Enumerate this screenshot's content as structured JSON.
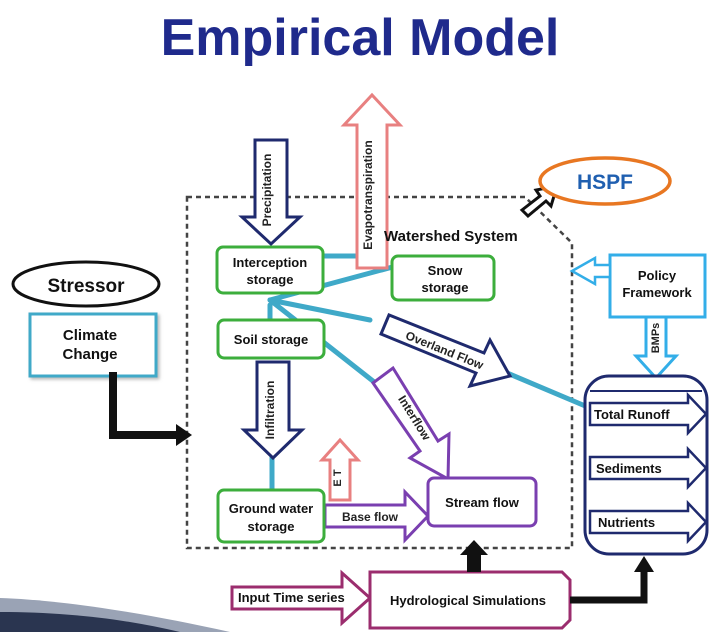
{
  "title": "Empirical Model",
  "labels": {
    "hspf": "HSPF",
    "watershed_system": "Watershed System",
    "stressor": "Stressor",
    "climate_change_line1": "Climate",
    "climate_change_line2": "Change",
    "policy_line1": "Policy",
    "policy_line2": "Framework",
    "bmps": "BMPs",
    "interception_line1": "Interception",
    "interception_line2": "storage",
    "snow_line1": "Snow",
    "snow_line2": "storage",
    "soil_storage": "Soil storage",
    "groundwater_line1": "Ground water",
    "groundwater_line2": "storage",
    "stream_flow": "Stream flow",
    "precipitation": "Precipitation",
    "evapotranspiration": "Evapotranspiration",
    "infiltration": "Infiltration",
    "et": "E T",
    "base_flow": "Base flow",
    "overland_flow": "Overland Flow",
    "interflow": "Interflow",
    "total_runoff": "Total Runoff",
    "sediments": "Sediments",
    "nutrients": "Nutrients",
    "input_time_series": "Input Time series",
    "hydrological_simulations": "Hydrological Simulations"
  },
  "colors": {
    "title": "#1f2a8c",
    "green": "#3cae3c",
    "teal": "#3fa9c8",
    "navy": "#1f2a6e",
    "purple": "#7a3fb0",
    "magenta": "#9b2d6e",
    "orange": "#e87722",
    "light_blue": "#33aee8",
    "pink": "#e88080"
  }
}
